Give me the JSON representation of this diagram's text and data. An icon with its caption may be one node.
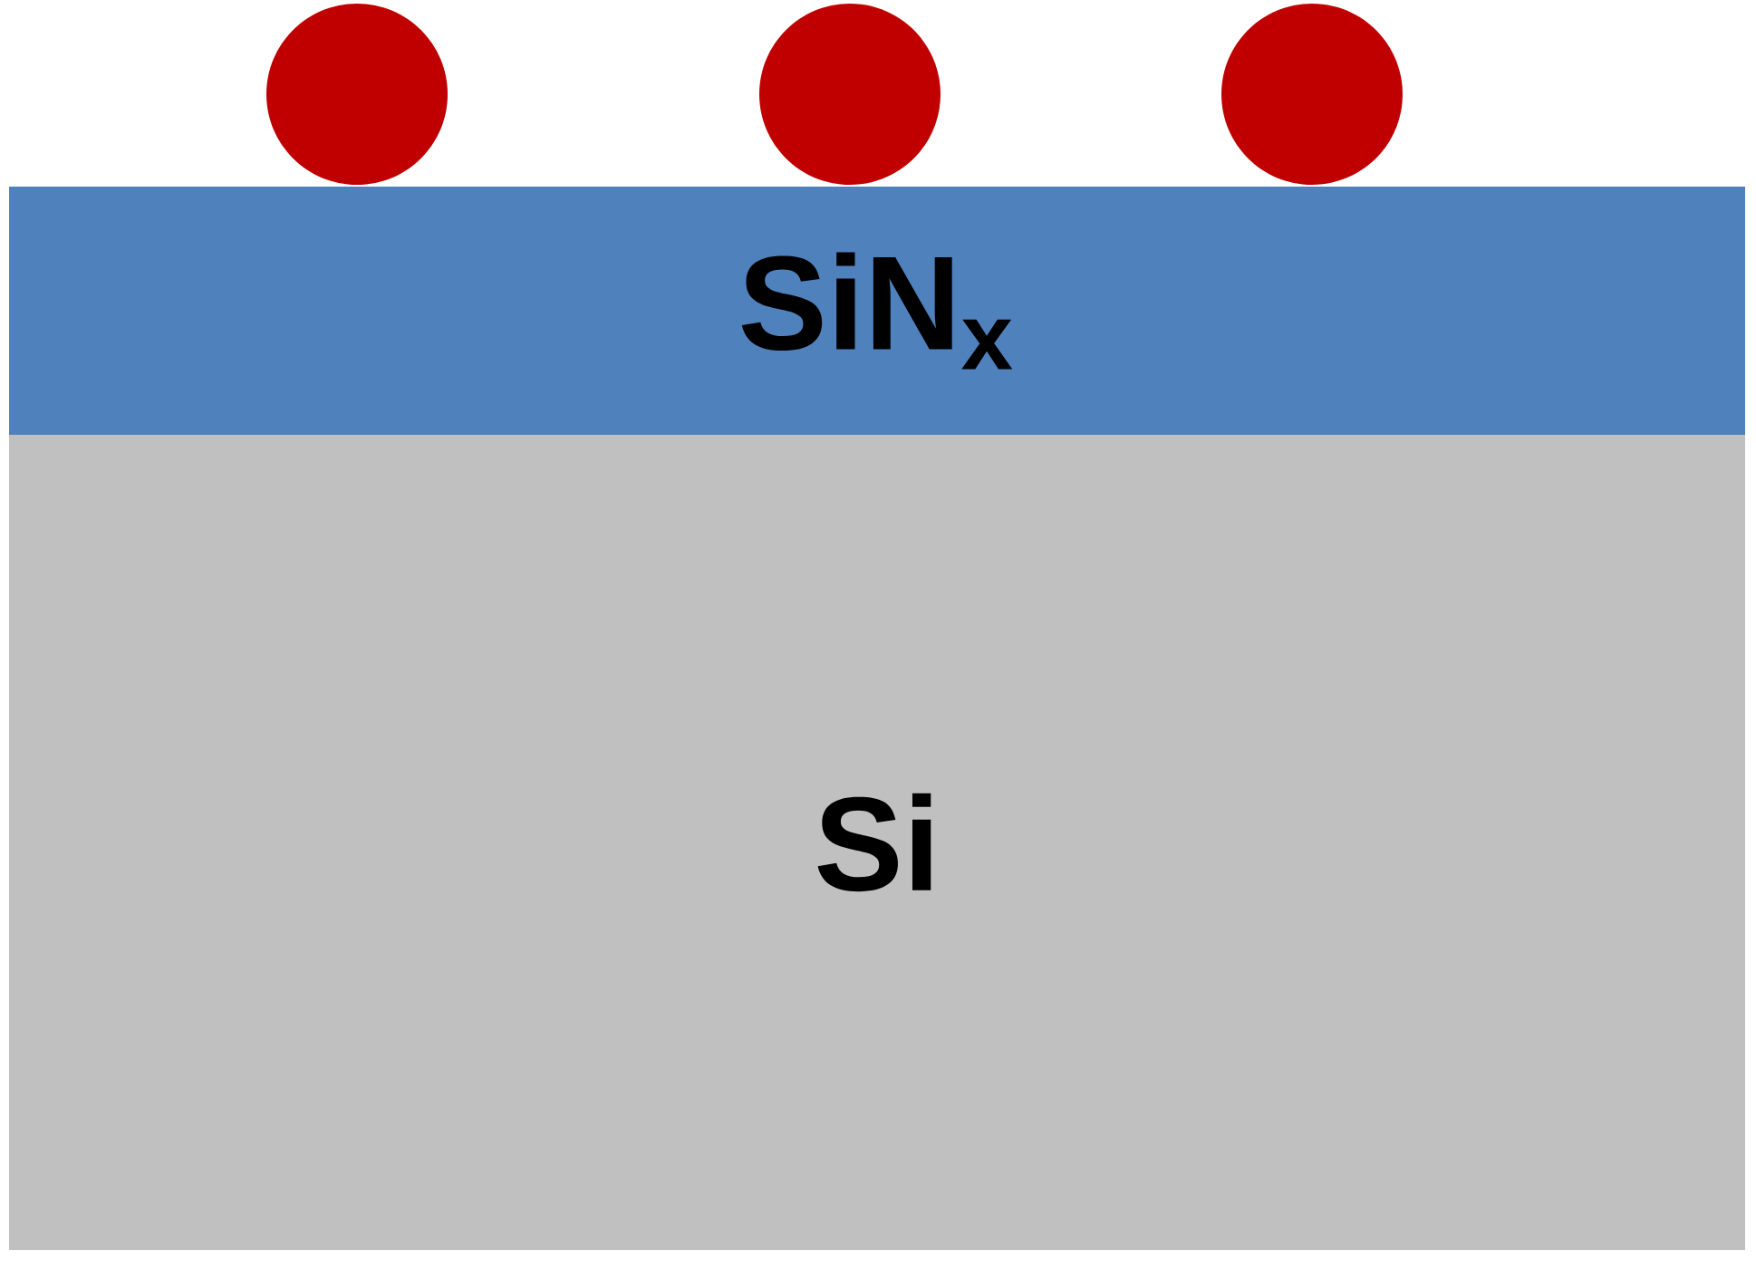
{
  "diagram": {
    "nodes": [
      {
        "text": [],
        "shape": "circle"
      },
      {
        "text": [],
        "shape": "circle"
      },
      {
        "text": [],
        "shape": "circle"
      },
      {
        "text": [
          "SiN$_{x}$"
        ]
      },
      {
        "text": [
          "Si"
        ]
      }
    ]
  }
}
